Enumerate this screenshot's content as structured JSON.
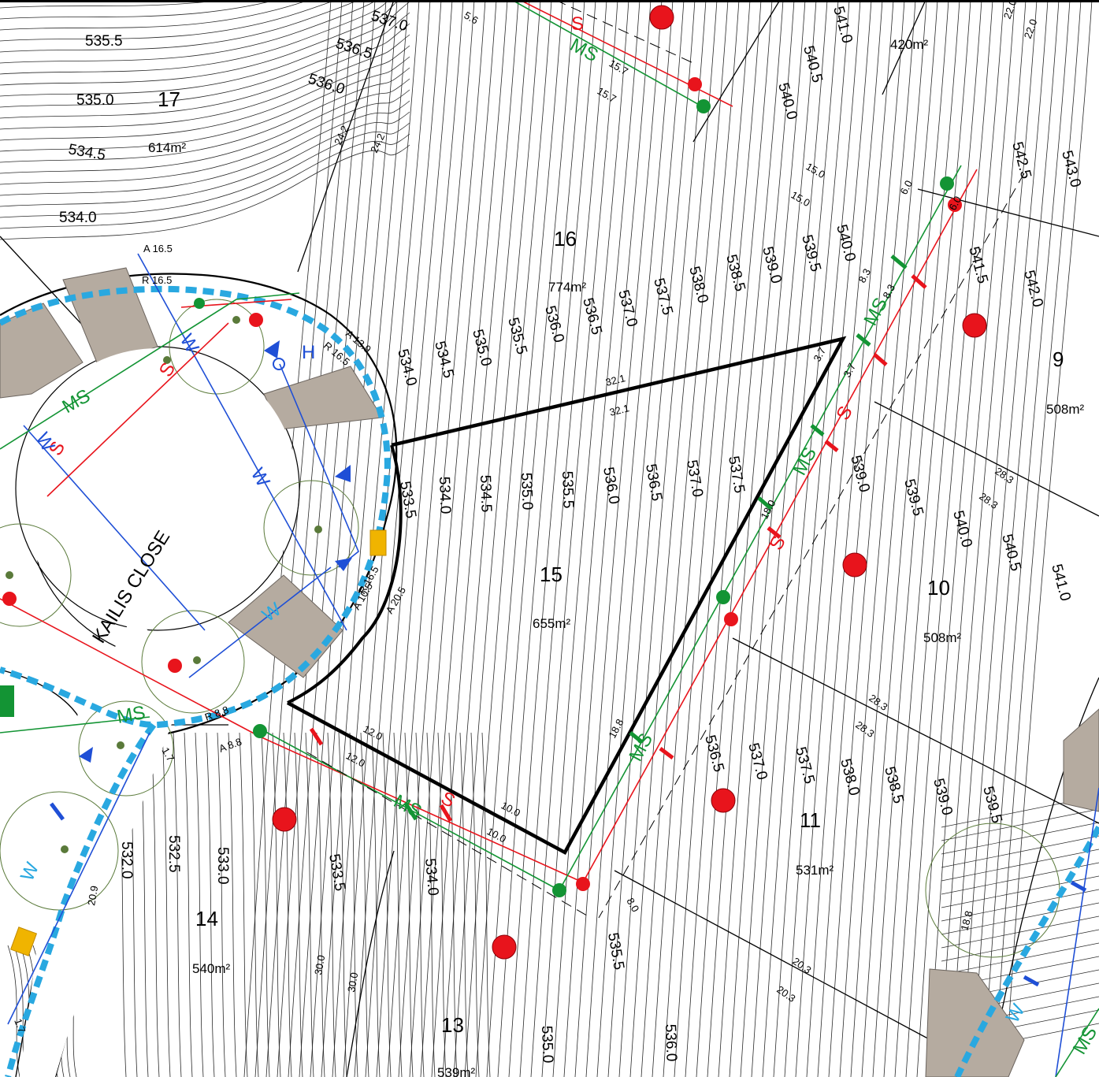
{
  "street": {
    "name": "KAILIS CLOSE"
  },
  "lots": [
    {
      "number": "17",
      "area": "614m²"
    },
    {
      "number": "16",
      "area": "774m²"
    },
    {
      "number": "15",
      "area": "655m²"
    },
    {
      "number": "14",
      "area": "540m²"
    },
    {
      "number": "13",
      "area": "539m²"
    },
    {
      "number": "11",
      "area": "531m²"
    },
    {
      "number": "10",
      "area": "508m²"
    },
    {
      "number": "9",
      "area": "508m²"
    },
    {
      "number": "",
      "area": "420m²"
    }
  ],
  "contours": [
    "535.5",
    "535.0",
    "534.5",
    "534.0",
    "536.5",
    "536.0",
    "537.0",
    "541.0",
    "540.5",
    "540.0",
    "542.5",
    "543.0",
    "539.5",
    "540.0",
    "539.0",
    "538.5",
    "538.0",
    "537.5",
    "537.0",
    "536.5",
    "536.0",
    "535.5",
    "535.0",
    "534.5",
    "534.0",
    "541.5",
    "542.0",
    "533.5",
    "534.0",
    "534.5",
    "535.0",
    "535.5",
    "536.0",
    "536.5",
    "537.0",
    "537.5",
    "539.0",
    "539.5",
    "540.0",
    "540.5",
    "541.0",
    "536.5",
    "537.0",
    "537.5",
    "538.0",
    "538.5",
    "539.0",
    "539.5",
    "532.0",
    "532.5",
    "533.0",
    "533.5",
    "534.0",
    "535.5",
    "535.0",
    "536.0"
  ],
  "dimensions": [
    "5.6",
    "15.7",
    "15.7",
    "24.2",
    "24.2",
    "15.0",
    "15.0",
    "6.0",
    "6.0",
    "8.3",
    "8.3",
    "3.7",
    "3.7",
    "32.1",
    "32.1",
    "28.3",
    "28.3",
    "18.0",
    "18.8",
    "12.0",
    "12.0",
    "10.0",
    "10.0",
    "8.0",
    "28.3",
    "28.3",
    "20.3",
    "20.3",
    "30.0",
    "30.0",
    "20.9",
    "1.7",
    "1.7",
    "18.8",
    "22.0",
    "22.0"
  ],
  "curve_labels": [
    "A 16.5",
    "R 16.5",
    "A 13.9",
    "R 16.5",
    "A 10.5",
    "R 16.5",
    "A 20.5",
    "R 8.8",
    "A 8.8"
  ],
  "services": {
    "sewer": "S",
    "main_sewer": "MS",
    "water": "W",
    "hydrant": "H"
  },
  "colors": {
    "boundary": "#000000",
    "contour": "#2a2a2a",
    "sewer": "#e8141c",
    "main_sewer": "#139434",
    "water": "#1f4fd6",
    "stormwater": "#29a8e0",
    "driveway": "#b5aba0",
    "tree": "#5a7a3a",
    "marker": "#f0b400"
  }
}
